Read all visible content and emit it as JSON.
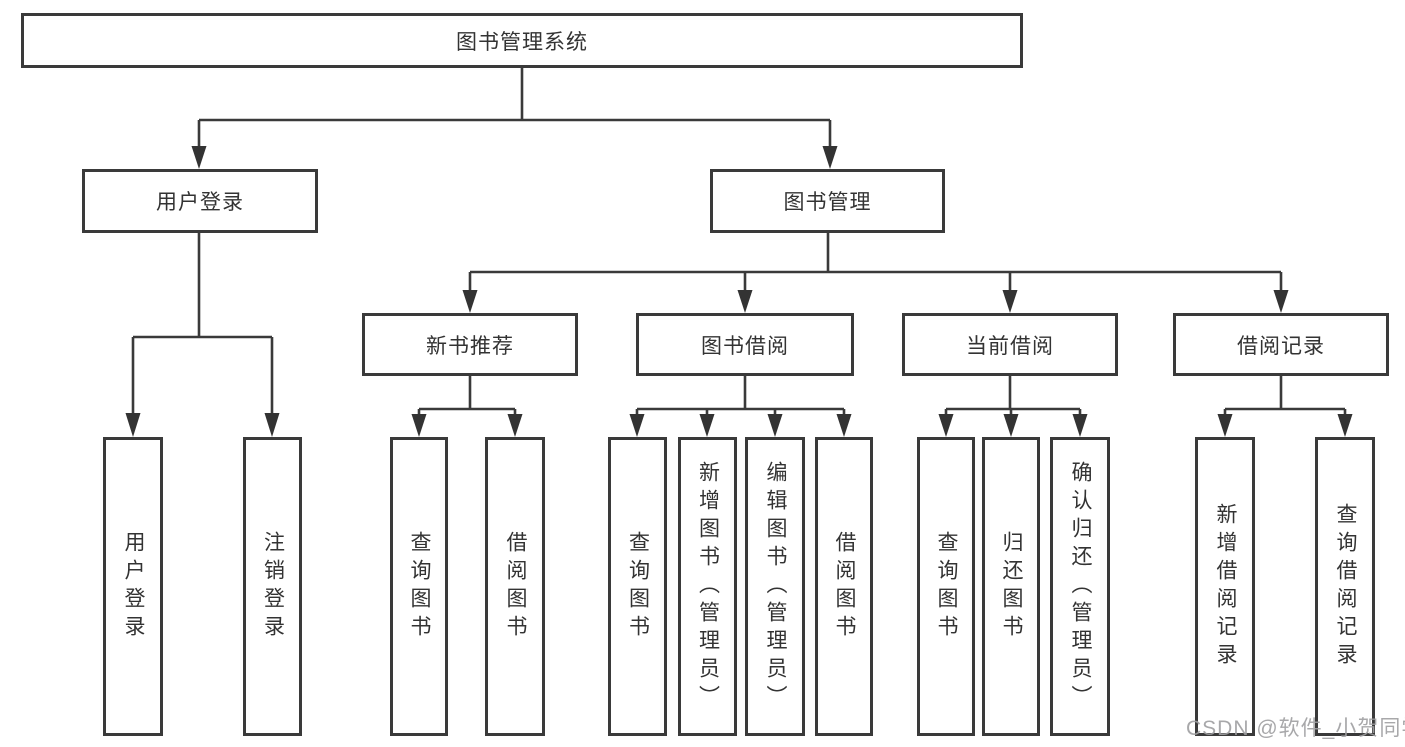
{
  "diagram_title": "图书管理系统",
  "colors": {
    "line": "#3a3a3a",
    "text": "#333333",
    "box_background": "#ffffff",
    "watermark": "#9e9ea1"
  },
  "tree": {
    "root": {
      "label": "图书管理系统"
    },
    "branches": [
      {
        "label": "用户登录",
        "children": [
          {
            "label": "用户登录"
          },
          {
            "label": "注销登录"
          }
        ]
      },
      {
        "label": "图书管理",
        "children": [
          {
            "label": "新书推荐",
            "children": [
              {
                "label": "查询图书"
              },
              {
                "label": "借阅图书"
              }
            ]
          },
          {
            "label": "图书借阅",
            "children": [
              {
                "label": "查询图书"
              },
              {
                "label": "新增图书（管理员）"
              },
              {
                "label": "编辑图书（管理员）"
              },
              {
                "label": "借阅图书"
              }
            ]
          },
          {
            "label": "当前借阅",
            "children": [
              {
                "label": "查询图书"
              },
              {
                "label": "归还图书"
              },
              {
                "label": "确认归还（管理员）"
              }
            ]
          },
          {
            "label": "借阅记录",
            "children": [
              {
                "label": "新增借阅记录"
              },
              {
                "label": "查询借阅记录"
              }
            ]
          }
        ]
      }
    ]
  },
  "watermark": {
    "text": "CSDN @软件_小贺同学"
  }
}
